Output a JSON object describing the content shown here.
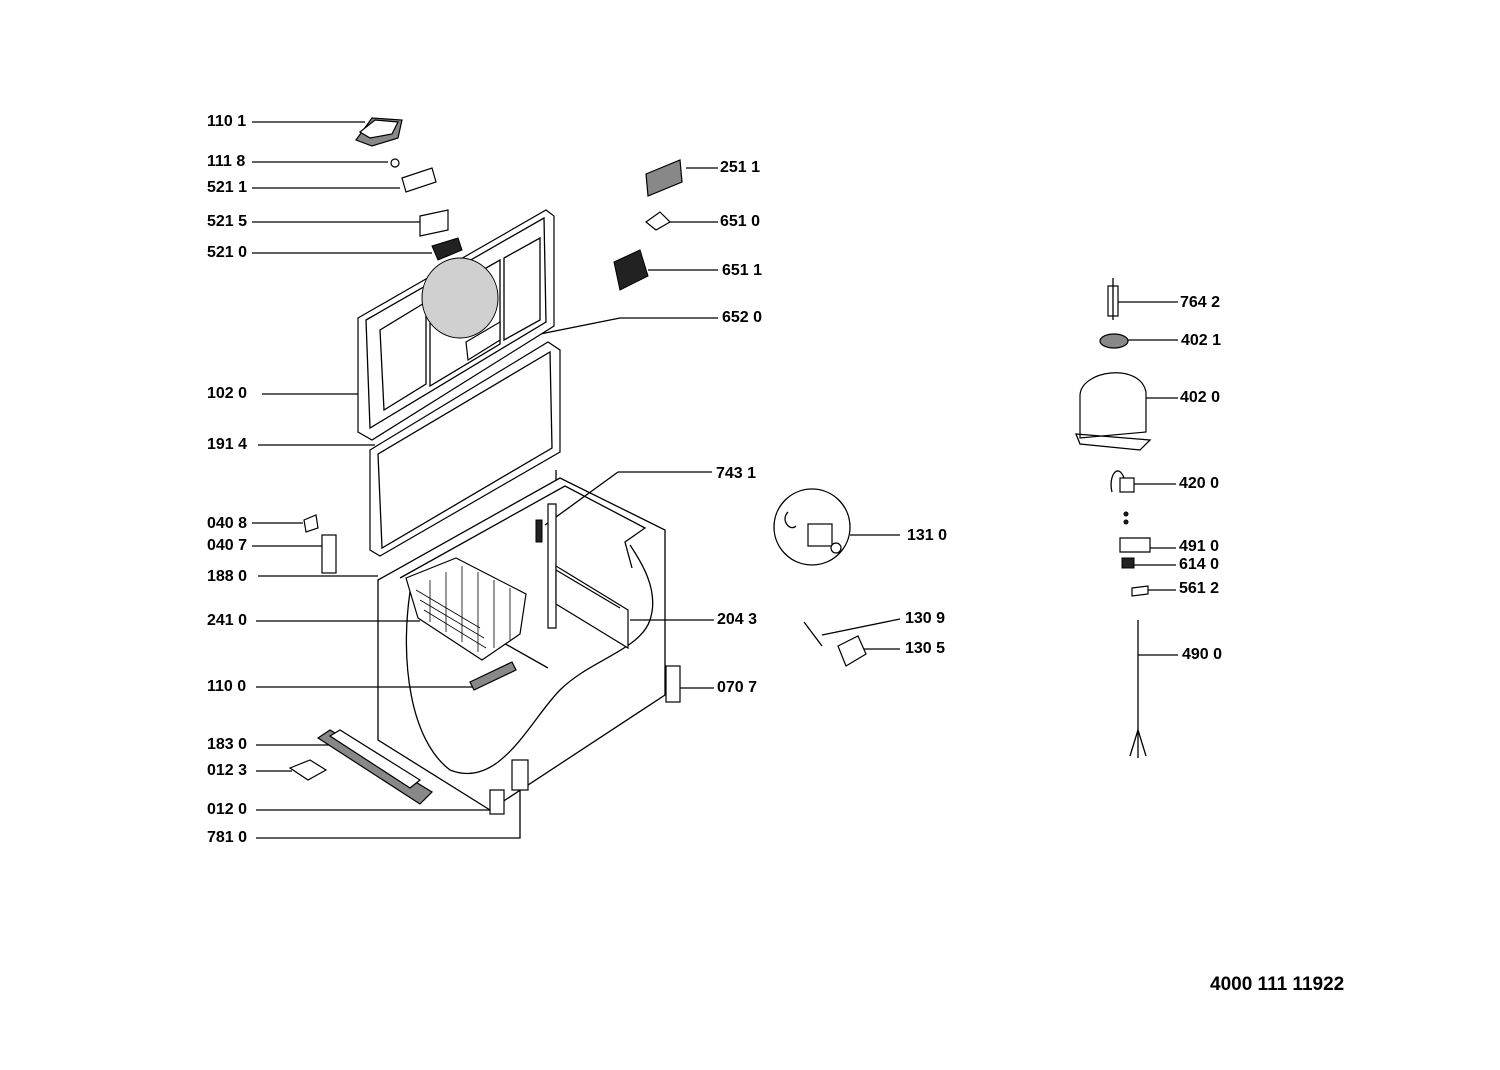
{
  "labels": {
    "p1101": "110 1",
    "p1118": "111 8",
    "p5211": "521 1",
    "p5215": "521 5",
    "p5210": "521 0",
    "p1020": "102 0",
    "p1914": "191 4",
    "p0408": "040 8",
    "p0407": "040 7",
    "p1880": "188 0",
    "p2410": "241 0",
    "p1100": "110 0",
    "p1830": "183 0",
    "p0123": "012 3",
    "p0120": "012 0",
    "p7810": "781 0",
    "p2511": "251 1",
    "p6510": "651 0",
    "p6511": "651 1",
    "p6520": "652 0",
    "p7431": "743 1",
    "p2043": "204 3",
    "p0707": "070 7",
    "p1310": "131 0",
    "p1309": "130 9",
    "p1305": "130 5",
    "p7642": "764 2",
    "p4021": "402 1",
    "p4020": "402 0",
    "p4200": "420 0",
    "p4910": "491 0",
    "p6140": "614 0",
    "p5612": "561 2",
    "p4900": "490 0"
  },
  "document_number": "4000 111 11922"
}
